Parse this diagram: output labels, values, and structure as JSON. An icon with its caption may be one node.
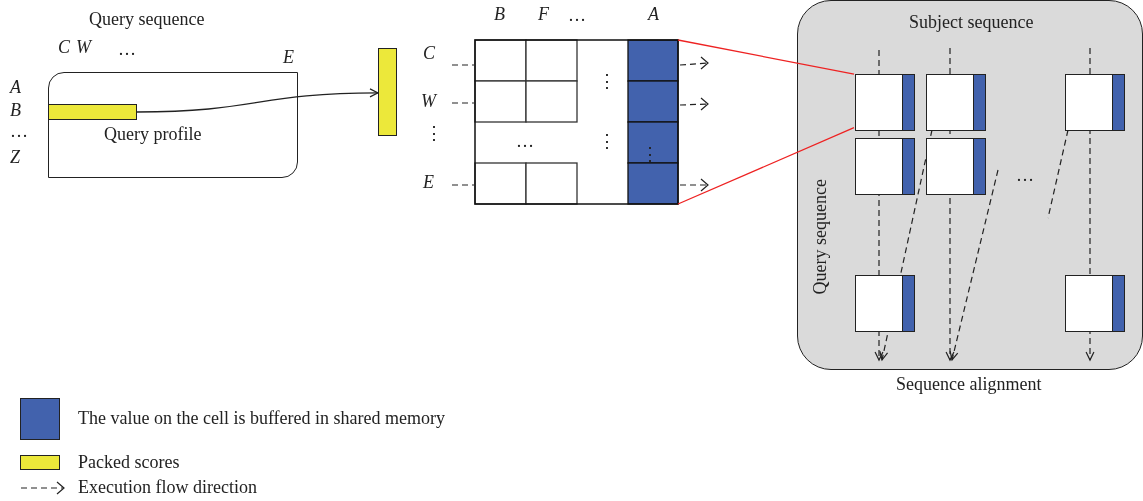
{
  "diagram": {
    "nodes": [
      {
        "text": [
          "Query sequence",
          "Query profile"
        ]
      },
      {
        "text": [],
        "shape": "bar",
        "in": 0
      },
      {
        "text": [],
        "shape": "bar"
      },
      {
        "text": [],
        "shape": "box"
      },
      {
        "text": [
          "Subject sequence",
          "Query sequence",
          "Sequence alignment"
        ]
      },
      {
        "text": [],
        "shape": "box",
        "in": 4
      },
      {
        "text": [],
        "shape": "box",
        "in": 4
      },
      {
        "text": [],
        "shape": "box",
        "in": 4
      },
      {
        "text": [],
        "shape": "box",
        "in": 4
      },
      {
        "text": [],
        "shape": "box",
        "in": 4
      },
      {
        "text": [],
        "shape": "box",
        "in": 4
      },
      {
        "text": [],
        "shape": "box",
        "in": 4
      }
    ],
    "edges": [
      {
        "from": 1,
        "to": 2,
        "arrow": "to",
        "color": "#222222"
      },
      {
        "from": 3,
        "to": 5,
        "arrow": "none"
      },
      {
        "from": 3,
        "to": 5,
        "arrow": "none"
      }
    ],
    "labels": [
      "C",
      "W",
      "…",
      "E",
      "A",
      "B",
      "…",
      "Z",
      "B",
      "F",
      "…",
      "A",
      "C",
      "W",
      "⋮",
      "E",
      "⋮",
      "…",
      "⋮",
      "⋮",
      "…"
    ],
    "legend": [
      {
        "text": "The value on the cell is buffered in shared memory",
        "color": "#4262ad"
      },
      {
        "text": "Packed scores",
        "color": "#ece83a"
      },
      {
        "text": "Execution flow direction"
      }
    ]
  }
}
